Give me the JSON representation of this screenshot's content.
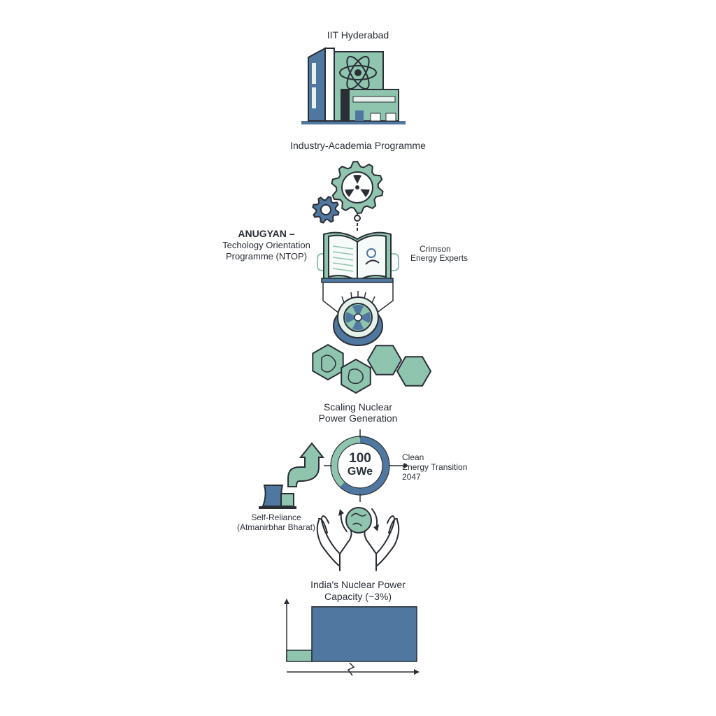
{
  "colors": {
    "blue": "#4f77a0",
    "green": "#8fc4ae",
    "ink": "#2a2f36",
    "pale": "#e6f1ec"
  },
  "header": {
    "title": "IIT Hyderabad",
    "subtitle": "Industry-Academia Programme"
  },
  "anugyan": {
    "name": "ANUGYAN –",
    "line2": "Techology Orientation",
    "line3": "Programme (NTOP)"
  },
  "experts": {
    "line1": "Crimson",
    "line2": "Energy Experts"
  },
  "scaling": {
    "line1": "Scaling Nuclear",
    "line2": "Power Generation"
  },
  "target": {
    "value": "100",
    "unit": "GWe",
    "progress_fraction": 0.62
  },
  "clean": {
    "line1": "Clean",
    "line2": "Energy Transition",
    "line3": "2047"
  },
  "selfreliance": {
    "line1": "Self-Reliance",
    "line2": "(Atmanirbhar Bharat)"
  },
  "capacity": {
    "line1": "India's Nuclear Power",
    "line2": "Capacity (~3%)"
  },
  "chart_data": {
    "type": "bar",
    "categories": [
      "",
      ""
    ],
    "values": [
      3,
      100
    ],
    "ylim": [
      0,
      110
    ]
  },
  "icons": [
    "building-atom-icon",
    "gear-radiation-icon",
    "small-gear-icon",
    "open-book-icon",
    "head-brain-icon",
    "reactor-core-icon",
    "molecule-hexagons-icon",
    "growth-arrow-icon",
    "cooling-tower-icon",
    "hands-globe-icon"
  ]
}
